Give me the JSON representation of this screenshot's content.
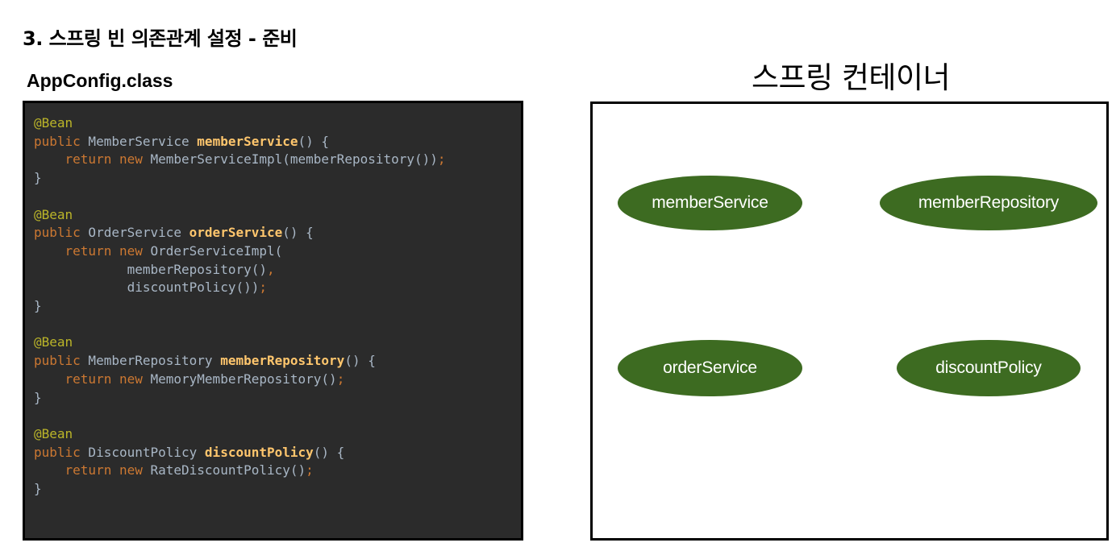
{
  "heading": "3. 스프링 빈 의존관계 설정 - 준비",
  "config_label": "AppConfig.class",
  "container_title": "스프링 컨테이너",
  "code": [
    [
      {
        "t": "ann",
        "v": "@Bean"
      }
    ],
    [
      {
        "t": "kw",
        "v": "public"
      },
      {
        "t": "txt",
        "v": " MemberService "
      },
      {
        "t": "fn",
        "v": "memberService"
      },
      {
        "t": "txt",
        "v": "() {"
      }
    ],
    [
      {
        "t": "txt",
        "v": "    "
      },
      {
        "t": "kw",
        "v": "return new"
      },
      {
        "t": "txt",
        "v": " MemberServiceImpl(memberRepository())"
      },
      {
        "t": "kw",
        "v": ";"
      }
    ],
    [
      {
        "t": "txt",
        "v": "}"
      }
    ],
    [],
    [
      {
        "t": "ann",
        "v": "@Bean"
      }
    ],
    [
      {
        "t": "kw",
        "v": "public"
      },
      {
        "t": "txt",
        "v": " OrderService "
      },
      {
        "t": "fn",
        "v": "orderService"
      },
      {
        "t": "txt",
        "v": "() {"
      }
    ],
    [
      {
        "t": "txt",
        "v": "    "
      },
      {
        "t": "kw",
        "v": "return new"
      },
      {
        "t": "txt",
        "v": " OrderServiceImpl("
      }
    ],
    [
      {
        "t": "txt",
        "v": "            memberRepository()"
      },
      {
        "t": "kw",
        "v": ","
      }
    ],
    [
      {
        "t": "txt",
        "v": "            discountPolicy())"
      },
      {
        "t": "kw",
        "v": ";"
      }
    ],
    [
      {
        "t": "txt",
        "v": "}"
      }
    ],
    [],
    [
      {
        "t": "ann",
        "v": "@Bean"
      }
    ],
    [
      {
        "t": "kw",
        "v": "public"
      },
      {
        "t": "txt",
        "v": " MemberRepository "
      },
      {
        "t": "fn",
        "v": "memberRepository"
      },
      {
        "t": "txt",
        "v": "() {"
      }
    ],
    [
      {
        "t": "txt",
        "v": "    "
      },
      {
        "t": "kw",
        "v": "return new"
      },
      {
        "t": "txt",
        "v": " MemoryMemberRepository()"
      },
      {
        "t": "kw",
        "v": ";"
      }
    ],
    [
      {
        "t": "txt",
        "v": "}"
      }
    ],
    [],
    [
      {
        "t": "ann",
        "v": "@Bean"
      }
    ],
    [
      {
        "t": "kw",
        "v": "public"
      },
      {
        "t": "txt",
        "v": " DiscountPolicy "
      },
      {
        "t": "fn",
        "v": "discountPolicy"
      },
      {
        "t": "txt",
        "v": "() {"
      }
    ],
    [
      {
        "t": "txt",
        "v": "    "
      },
      {
        "t": "kw",
        "v": "return new"
      },
      {
        "t": "txt",
        "v": " RateDiscountPolicy()"
      },
      {
        "t": "kw",
        "v": ";"
      }
    ],
    [
      {
        "t": "txt",
        "v": "}"
      }
    ]
  ],
  "beans": [
    "memberService",
    "memberRepository",
    "orderService",
    "discountPolicy"
  ],
  "colors": {
    "bean_fill": "#3d6b21",
    "code_bg": "#2b2b2b",
    "annotation": "#bbb529",
    "keyword": "#cc7832",
    "method_name": "#ffc66d",
    "code_text": "#a9b7c6"
  }
}
